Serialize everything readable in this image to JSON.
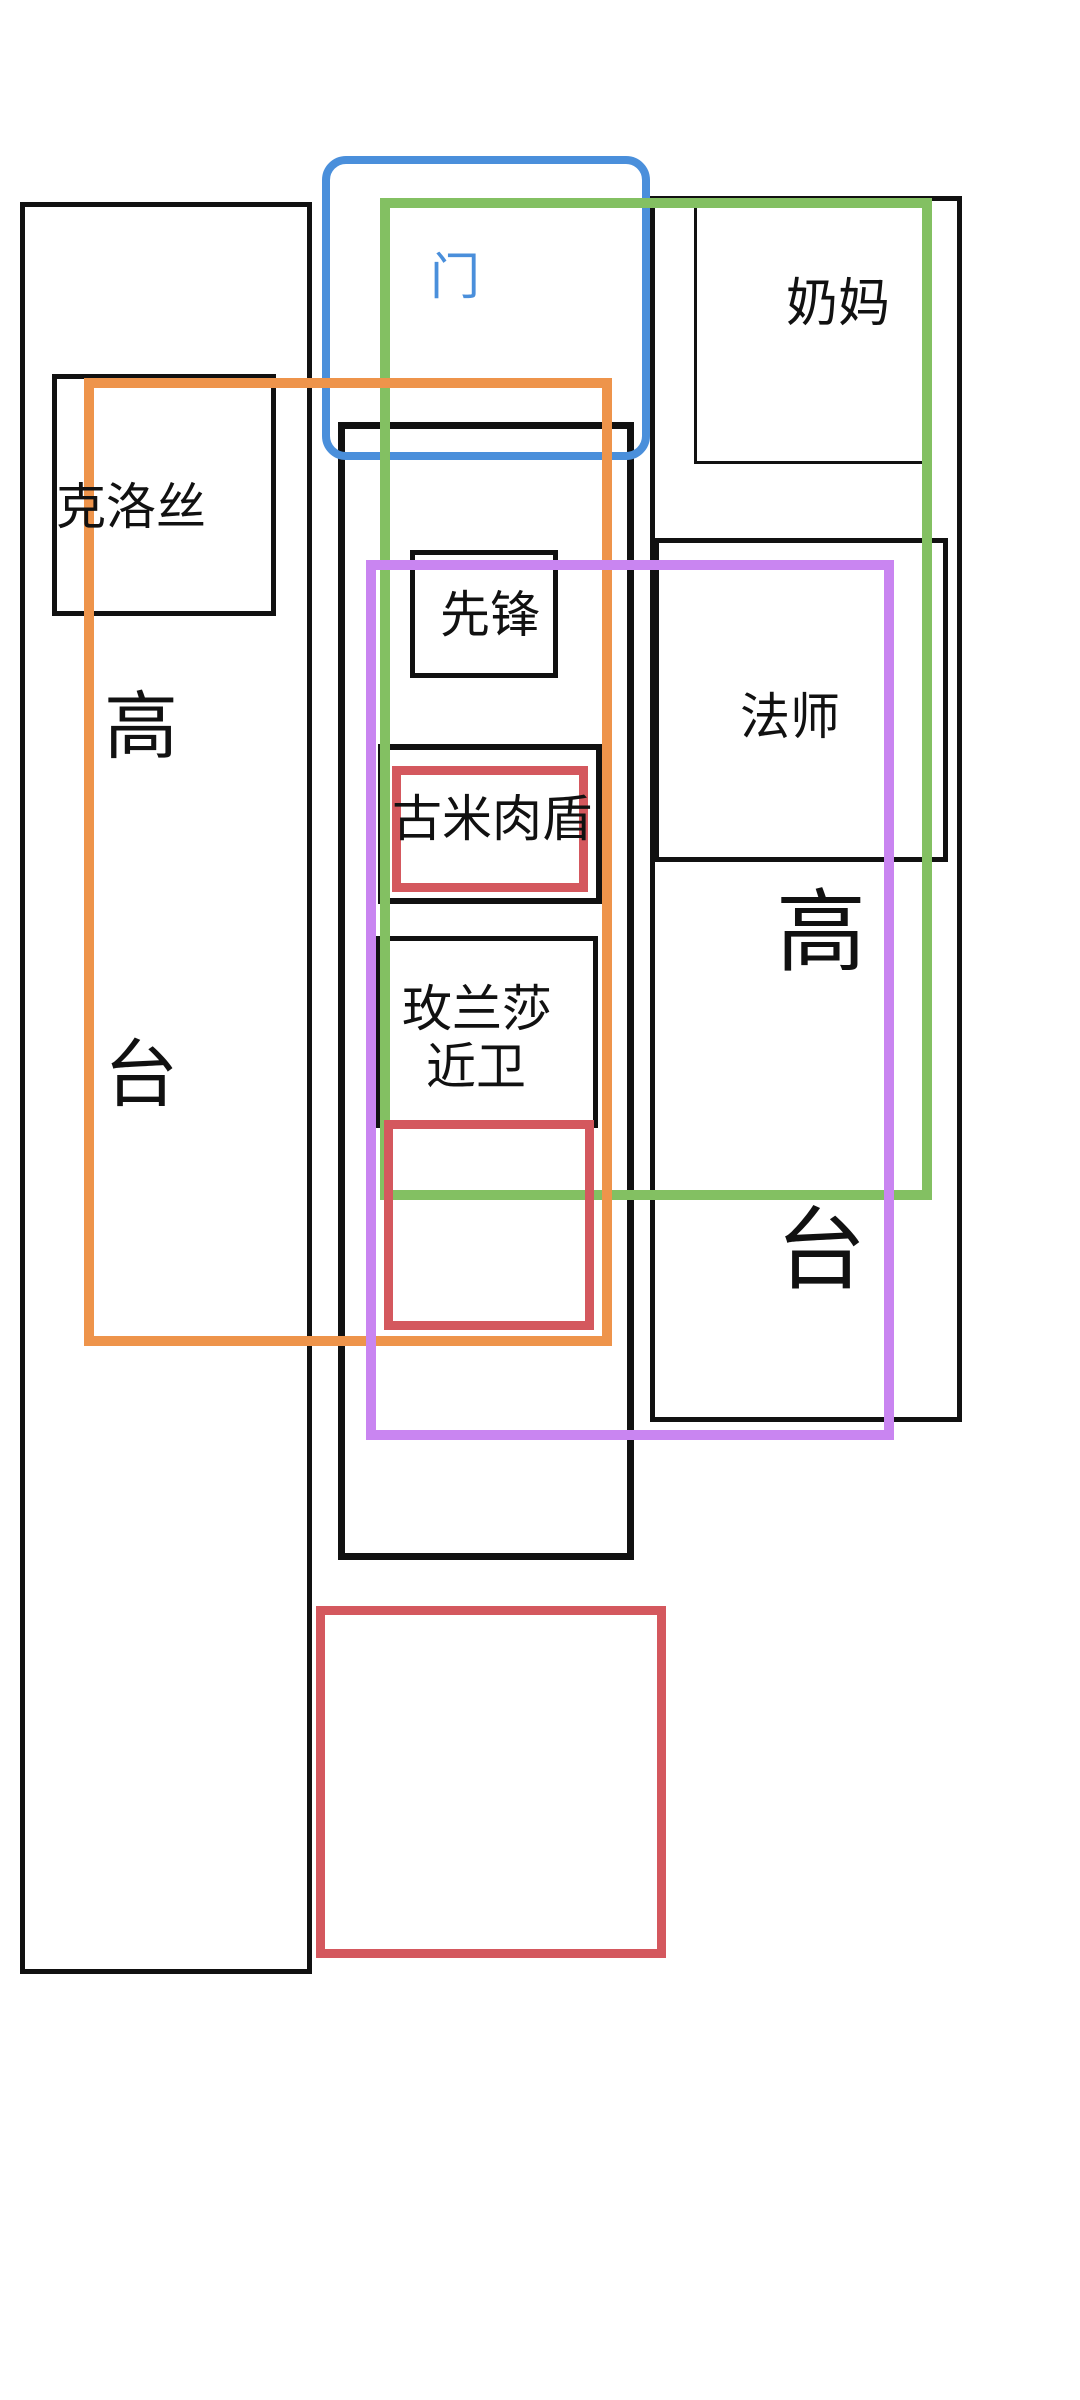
{
  "colors": {
    "black": "#111111",
    "blue": "#4A8FDB",
    "green": "#83C062",
    "orange": "#EE944B",
    "purple": "#C985F1",
    "red": "#D4585E"
  },
  "labels": {
    "door": "门",
    "nanny": "奶妈",
    "chloris": "克洛丝",
    "vanguard": "先锋",
    "gummy_shield": "古米肉盾",
    "rosemary_guard_line1": "玫兰莎",
    "rosemary_guard_line2": "近卫",
    "mage": "法师",
    "high_left_top": "高",
    "high_left_bottom": "台",
    "high_right_top": "高",
    "high_right_bottom": "台"
  }
}
